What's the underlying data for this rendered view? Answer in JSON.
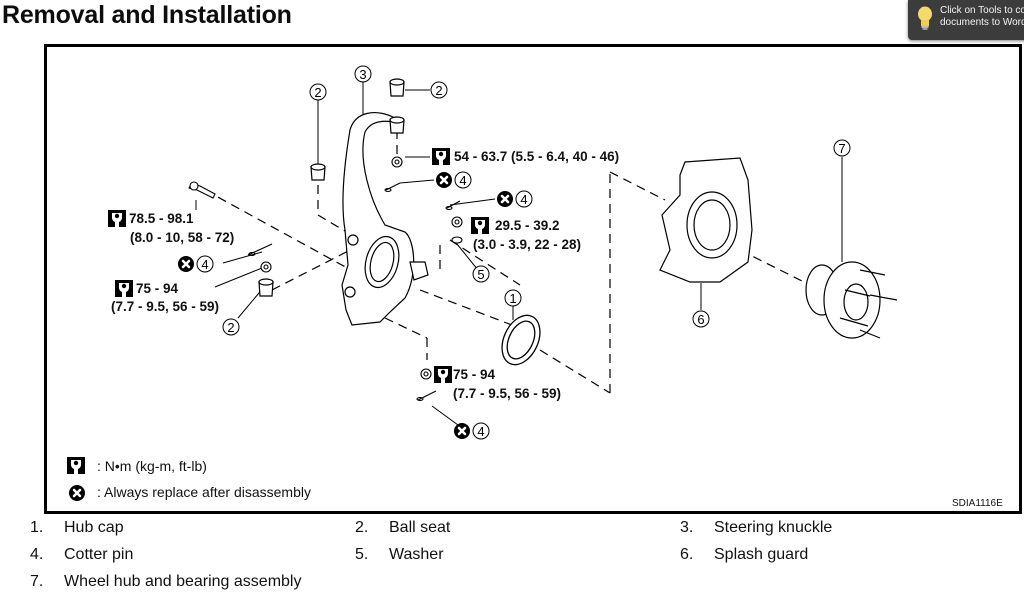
{
  "page": {
    "title": "Removal and Installation"
  },
  "tooltip": {
    "icon": "lightbulb-icon",
    "text": "Click on Tools to co\ndocuments to Word"
  },
  "diagram": {
    "code": "SDIA1116E",
    "callouts": {
      "c1": "1",
      "c2a": "2",
      "c2b": "2",
      "c2c": "2",
      "c3": "3",
      "c4a": "4",
      "c4b": "4",
      "c4c": "4",
      "c4d": "4",
      "c5": "5",
      "c6": "6",
      "c7": "7"
    },
    "torques": {
      "upper_ball_joint": "54 - 63.7 (5.5 - 6.4, 40 - 46)",
      "strut_bolt_line1": "78.5 - 98.1",
      "strut_bolt_line2": "(8.0 - 10, 58 - 72)",
      "tie_rod_line1": "75 - 94",
      "tie_rod_line2": "(7.7 - 9.5, 56 - 59)",
      "side_nut_line1": "29.5 - 39.2",
      "side_nut_line2": "(3.0 - 3.9, 22 - 28)",
      "lower_nut_line1": "75 - 94",
      "lower_nut_line2": "(7.7 - 9.5, 56 - 59)"
    },
    "legend": {
      "torque_icon": "torque-wrench-icon",
      "torque_text": ": N•m  (kg-m,  ft-lb)",
      "replace_icon": "replace-x-icon",
      "replace_text": ": Always replace after disassembly"
    }
  },
  "parts": [
    {
      "num": "1.",
      "name": "Hub cap"
    },
    {
      "num": "2.",
      "name": "Ball seat"
    },
    {
      "num": "3.",
      "name": "Steering knuckle"
    },
    {
      "num": "4.",
      "name": "Cotter pin"
    },
    {
      "num": "5.",
      "name": "Washer"
    },
    {
      "num": "6.",
      "name": "Splash guard"
    },
    {
      "num": "7.",
      "name": "Wheel hub and bearing assembly"
    }
  ]
}
